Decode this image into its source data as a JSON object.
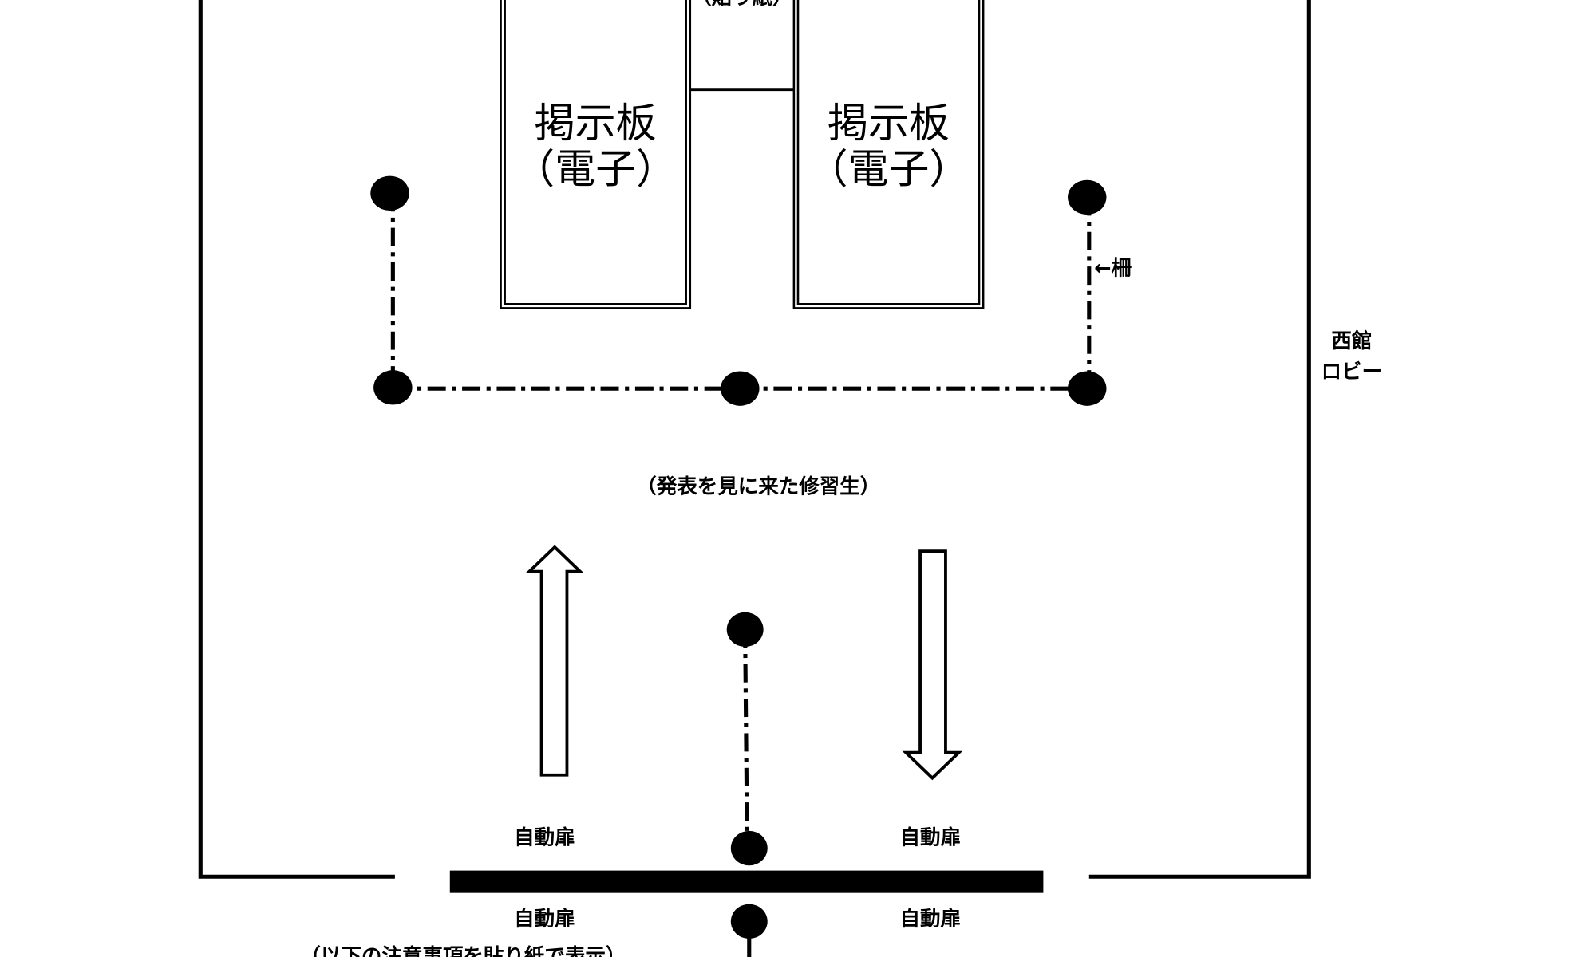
{
  "top_label": "（貼り紙）",
  "boards": [
    {
      "line1": "掲示板",
      "line2": "（電子）"
    },
    {
      "line1": "掲示板",
      "line2": "（電子）"
    }
  ],
  "fence_label": "←柵",
  "lobby_label": {
    "line1": "西館",
    "line2": "ロビー"
  },
  "visitors_label": "（発表を見に来た修習生）",
  "doors": {
    "inner_left": "自動扉",
    "inner_right": "自動扉",
    "outer_left": "自動扉",
    "outer_right": "自動扉"
  },
  "notice_label": "（以下の注意事項を貼り紙で表示）"
}
